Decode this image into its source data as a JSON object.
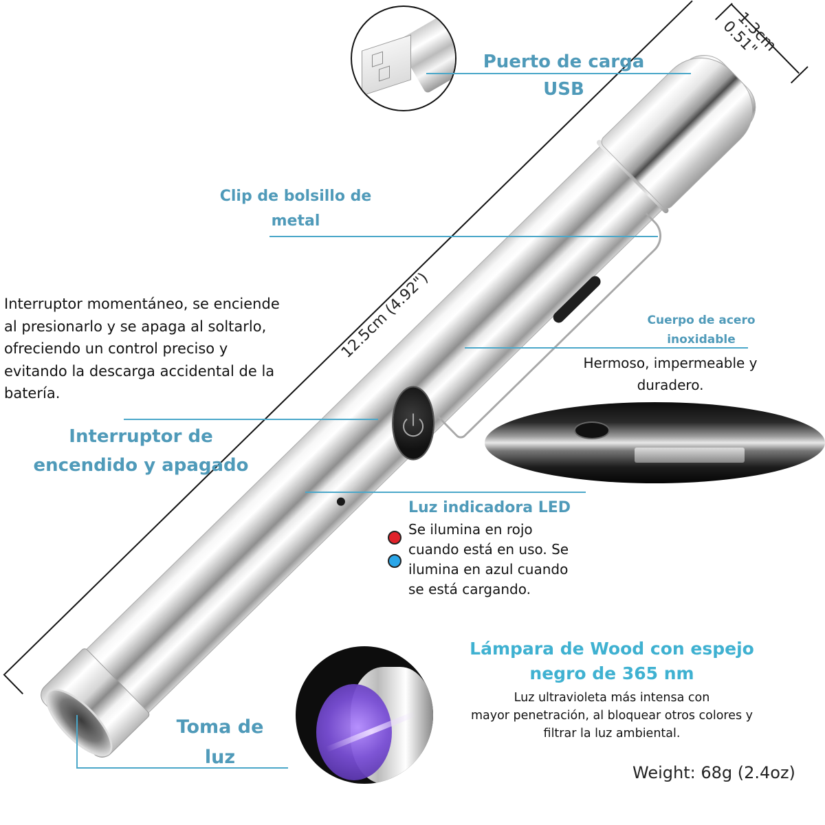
{
  "dimensions": {
    "diameter_cm": "1.3cm",
    "diameter_in": "0.51\"",
    "length": "12.5cm (4.92\")"
  },
  "callouts": {
    "usb_port": {
      "title_line1": "Puerto de carga",
      "title_line2": "USB"
    },
    "pocket_clip": {
      "title_line1": "Clip de bolsillo de",
      "title_line2": "metal"
    },
    "momentary_switch": {
      "lines": [
        "Interruptor momentáneo, se enciende",
        "al presionarlo y se apaga al soltarlo,",
        "ofreciendo un control preciso y",
        "evitando la descarga accidental de la",
        "batería."
      ]
    },
    "steel_body": {
      "title_line1": "Cuerpo de acero",
      "title_line2": "inoxidable",
      "desc_line1": "Hermoso, impermeable y",
      "desc_line2": "duradero."
    },
    "power_switch": {
      "title_line1": "Interruptor de",
      "title_line2": "encendido y apagado"
    },
    "led_indicator": {
      "title": "Luz indicadora LED",
      "lines": [
        "Se ilumina en rojo",
        "cuando está en uso. Se",
        "ilumina en azul cuando",
        "se está cargando."
      ],
      "red_color": "#e0222a",
      "blue_color": "#2aa6e8"
    },
    "wood_lamp": {
      "title_line1": "Lámpara de Wood con espejo",
      "title_line2": "negro de 365 nm",
      "desc_lines": [
        "Luz ultravioleta más intensa con",
        "mayor penetración, al bloquear otros colores y",
        "filtrar la luz ambiental."
      ]
    },
    "light_outlet": {
      "title_line1": "Toma de",
      "title_line2": "luz"
    }
  },
  "weight": "Weight: 68g (2.4oz)",
  "colors": {
    "heading": "#4f9ab9",
    "heading_bright": "#3fb1d1",
    "leader_line": "#4aa7c9",
    "text": "#111111"
  }
}
